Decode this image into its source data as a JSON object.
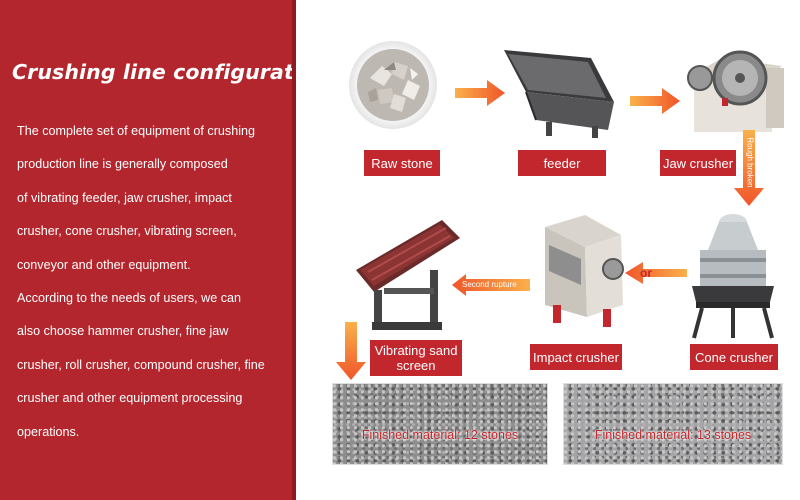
{
  "left_panel": {
    "title": "Crushing line configuration",
    "description_lines": [
      "The complete set of equipment of crushing",
      "production line is generally composed",
      "of vibrating feeder, jaw crusher, impact",
      "crusher, cone crusher, vibrating screen,",
      "conveyor and other equipment.",
      "According to the needs of users, we can",
      "also choose hammer crusher, fine jaw",
      "crusher, roll crusher, compound crusher, fine",
      "crusher and other equipment processing",
      "operations."
    ]
  },
  "flow": {
    "labels": {
      "raw_stone": "Raw stone",
      "feeder": "feeder",
      "jaw_crusher": "Jaw crusher",
      "cone_crusher": "Cone crusher",
      "impact_crusher": "Impact crusher",
      "vibrating_screen_line1": "Vibrating sand",
      "vibrating_screen_line2": "screen"
    },
    "arrow_labels": {
      "rough_broken": "Rough broken",
      "second_rupture": "Second rupture",
      "or": "or"
    },
    "products": {
      "stones_12": "Finished material: 12 stones",
      "stones_13": "Finished material: 13 stones"
    }
  },
  "colors": {
    "panel_red": "#b3262d",
    "label_red": "#c1272d",
    "arrow_orange": "#f0552a",
    "arrow_light": "#f9b14a"
  }
}
